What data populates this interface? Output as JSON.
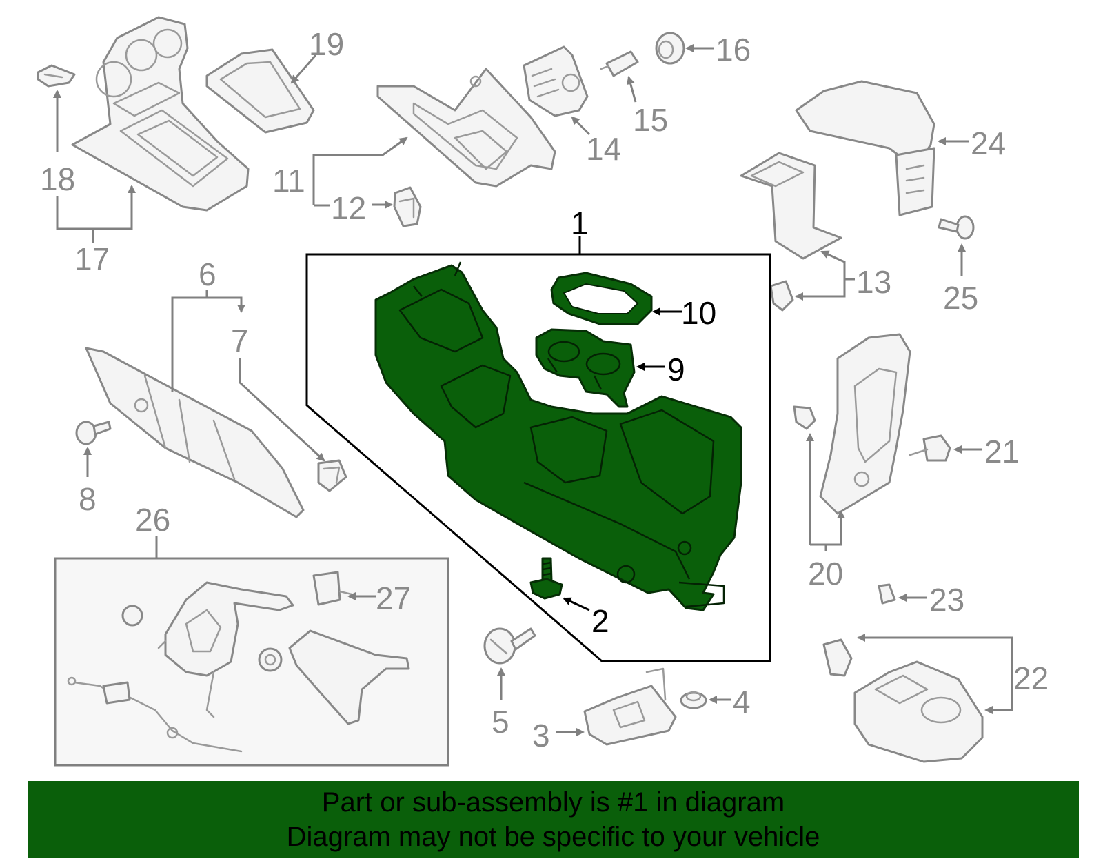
{
  "diagram": {
    "callouts": [
      "1",
      "2",
      "3",
      "4",
      "5",
      "6",
      "7",
      "8",
      "9",
      "10",
      "11",
      "12",
      "13",
      "14",
      "15",
      "16",
      "17",
      "18",
      "19",
      "20",
      "21",
      "22",
      "23",
      "24",
      "25",
      "26",
      "27"
    ],
    "highlight_color": "#0a5f0a",
    "outline_color": "#888888"
  },
  "banner": {
    "line1": "Part or sub-assembly is #1 in diagram",
    "line2": "Diagram may not be specific to your vehicle",
    "background": "#0a5f0a"
  }
}
